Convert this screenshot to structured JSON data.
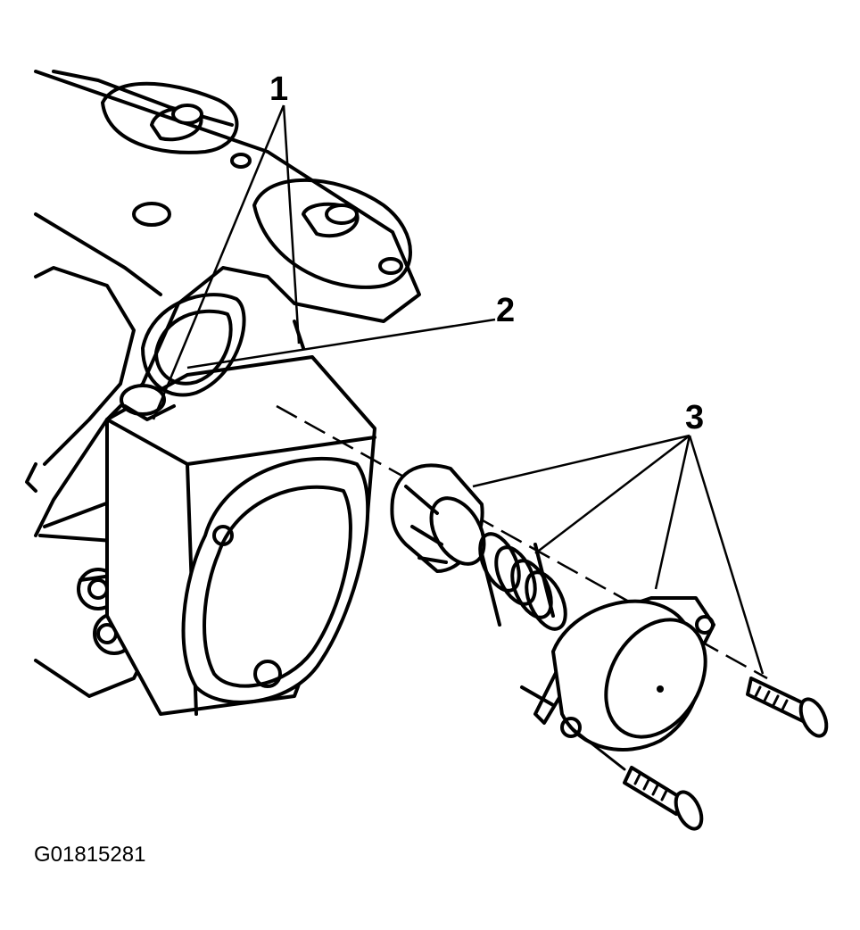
{
  "callouts": {
    "c1": "1",
    "c2": "2",
    "c3": "3"
  },
  "figure_id": "G01815281",
  "colors": {
    "ink": "#000000",
    "paper": "#ffffff"
  }
}
